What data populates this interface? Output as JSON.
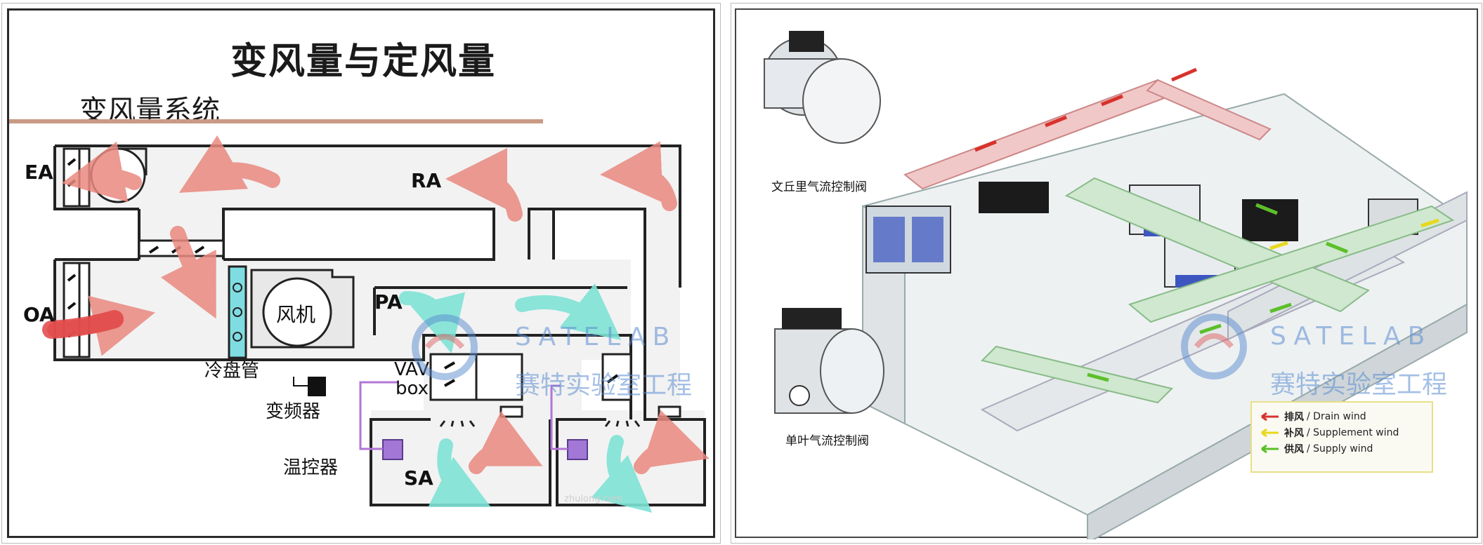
{
  "left_panel": {
    "title": "变风量与定风量",
    "subtitle": "变风量系统",
    "labels": {
      "ea": "EA",
      "ra": "RA",
      "oa": "OA",
      "pa": "PA",
      "sa": "SA",
      "fan": "风机",
      "cooling_coil": "冷盘管",
      "inverter": "变频器",
      "thermostat": "温控器",
      "vav": "VAV",
      "box": "box"
    },
    "watermark": {
      "en": "SATELAB",
      "cn": "赛特实验室工程"
    },
    "footer_mark": "zhulong.com"
  },
  "right_panel": {
    "venturi_valve_caption": "文丘里气流控制阀",
    "single_blade_valve_caption": "单叶气流控制阀",
    "watermark": {
      "en": "SATELAB",
      "cn": "赛特实验室工程"
    },
    "legend": [
      {
        "cn": "排风",
        "en": "/ Drain wind",
        "color": "#d8322c"
      },
      {
        "cn": "补风",
        "en": "/ Supplement wind",
        "color": "#e8d81e"
      },
      {
        "cn": "供风",
        "en": "/ Supply wind",
        "color": "#5cbf2a"
      }
    ]
  }
}
